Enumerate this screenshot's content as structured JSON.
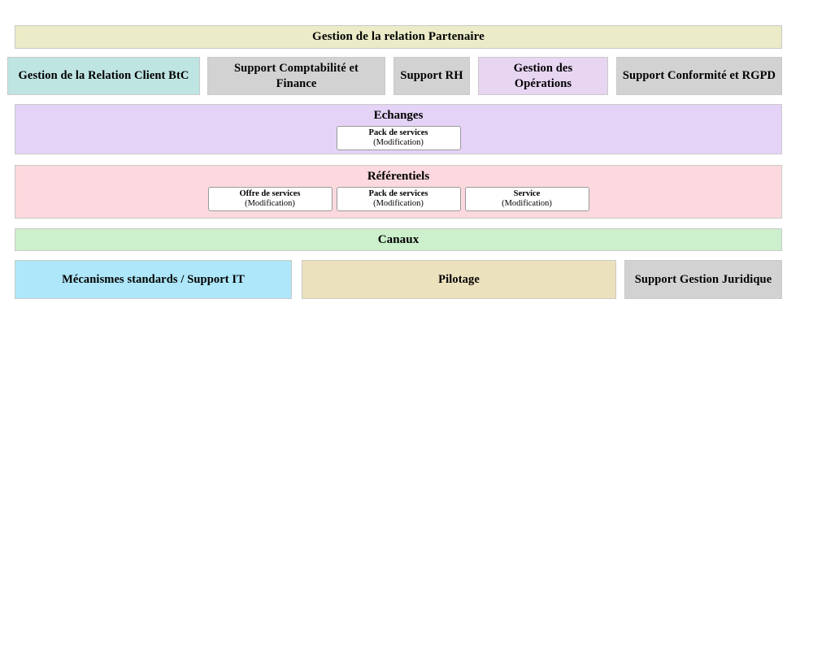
{
  "diagram": {
    "title_banner": {
      "label": "Gestion de la relation Partenaire",
      "color": "#ebebc8"
    },
    "domain_row": [
      {
        "label": "Gestion de la Relation Client BtC",
        "color": "#bfe5e2"
      },
      {
        "label": "Support Comptabilité et Finance",
        "color": "#d2d2d2"
      },
      {
        "label": "Support RH",
        "color": "#d2d2d2"
      },
      {
        "label": "Gestion des Opérations",
        "color": "#e7d5f2"
      },
      {
        "label": "Support Conformité et RGPD",
        "color": "#d2d2d2"
      }
    ],
    "sections": [
      {
        "title": "Echanges",
        "color": "#e4d3f7",
        "cards": [
          {
            "title": "Pack de services",
            "sub": "(Modification)"
          }
        ]
      },
      {
        "title": "Référentiels",
        "color": "#fcd9de",
        "cards": [
          {
            "title": "Offre de services",
            "sub": "(Modification)"
          },
          {
            "title": "Pack de services",
            "sub": "(Modification)"
          },
          {
            "title": "Service",
            "sub": "(Modification)"
          }
        ]
      }
    ],
    "canaux_banner": {
      "label": "Canaux",
      "color": "#ccf0cc"
    },
    "support_row": [
      {
        "label": "Mécanismes standards / Support IT",
        "color": "#ade7f9"
      },
      {
        "label": "Pilotage",
        "color": "#ece1bd"
      },
      {
        "label": "Support Gestion Juridique",
        "color": "#d2d2d2"
      }
    ]
  }
}
